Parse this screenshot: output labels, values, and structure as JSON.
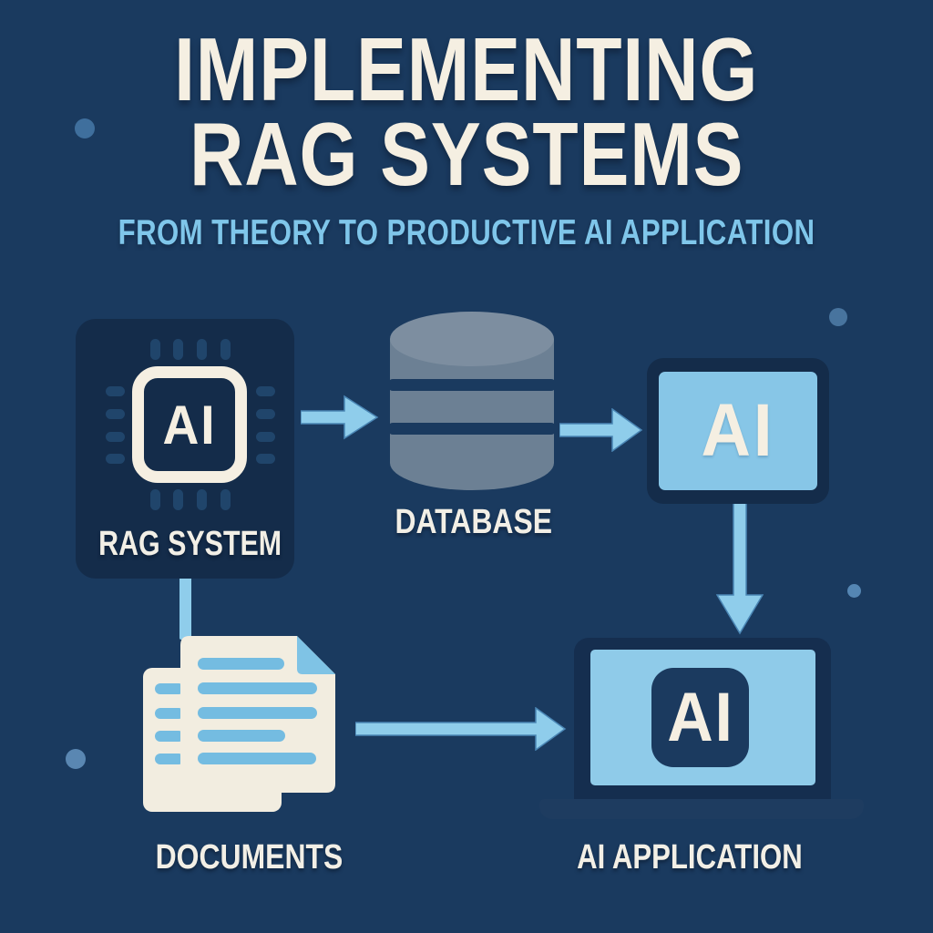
{
  "header": {
    "title_line1": "IMPLEMENTING",
    "title_line2": "RAG SYSTEMS",
    "subtitle": "FROM THEORY TO PRODUCTIVE AI APPLICATION"
  },
  "nodes": {
    "rag_system": {
      "label": "RAG SYSTEM",
      "chip_text": "AI"
    },
    "database": {
      "label": "DATABASE"
    },
    "ai_screen": {
      "screen_text": "AI"
    },
    "documents": {
      "label": "DOCUMENTS"
    },
    "ai_application": {
      "label": "AI APPLICATION",
      "screen_text": "AI"
    }
  },
  "flow": {
    "edges": [
      {
        "from": "RAG SYSTEM",
        "to": "DATABASE"
      },
      {
        "from": "DATABASE",
        "to": "AI SCREEN"
      },
      {
        "from": "AI SCREEN",
        "to": "AI APPLICATION"
      },
      {
        "from": "RAG SYSTEM",
        "to": "DOCUMENTS"
      },
      {
        "from": "DOCUMENTS",
        "to": "AI APPLICATION"
      }
    ]
  },
  "colors": {
    "background": "#1A3A5F",
    "panel_dark_navy": "#142C4A",
    "cream_text": "#F5EFE2",
    "subtitle_blue": "#7FC6EA",
    "arrow_light_blue": "#8FCDEB",
    "screen_light_blue": "#87C6E7",
    "database_body": "#6C8094",
    "database_top": "#7D8EA0",
    "document_page": "#F2EDE0",
    "document_lines": "#74BCE1",
    "dot_blue": "#4E7DAB"
  }
}
